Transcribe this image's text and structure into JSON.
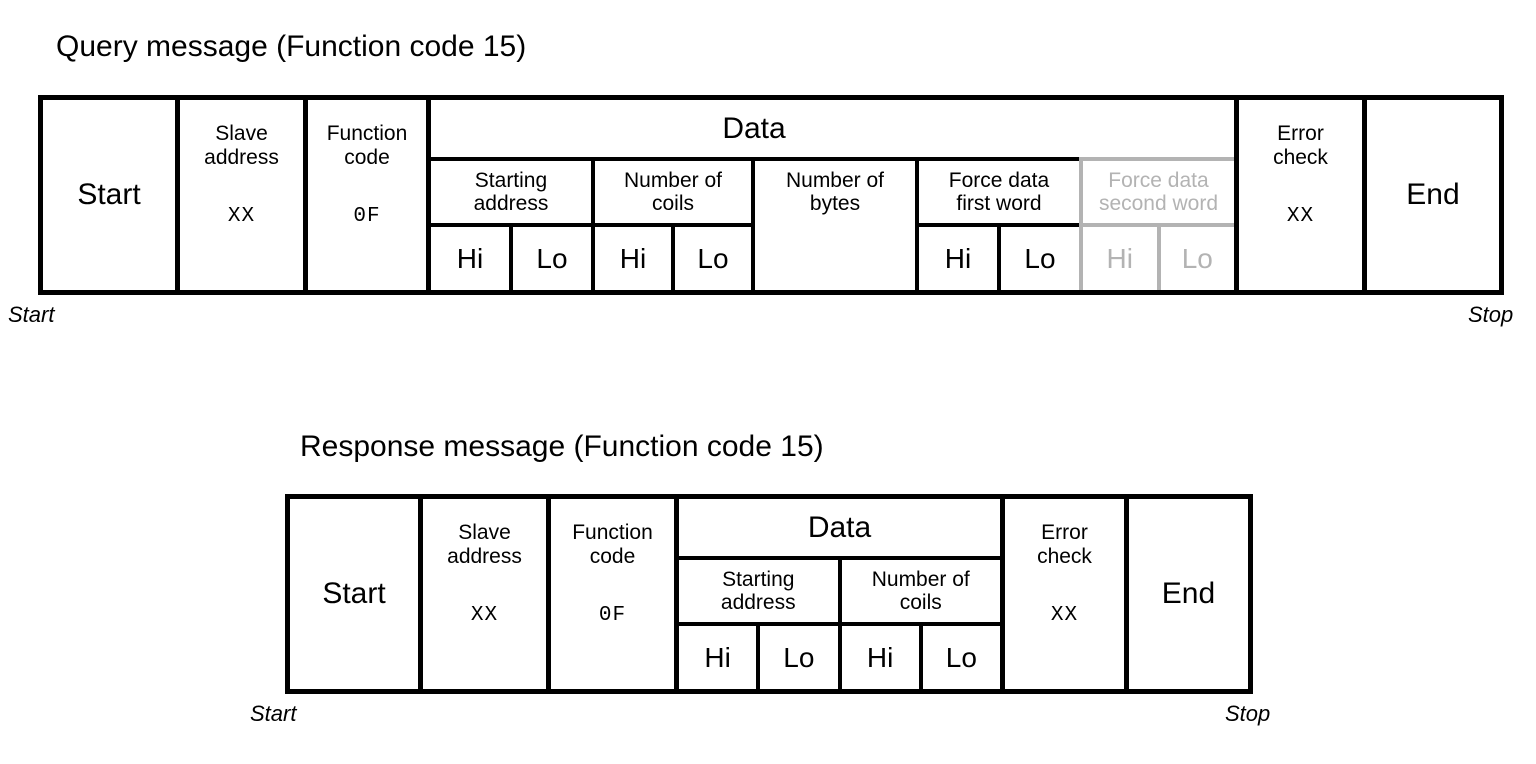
{
  "query": {
    "title": "Query message (Function code 15)",
    "start_caption": "Start",
    "stop_caption": "Stop",
    "start_label": "Start",
    "end_label": "End",
    "slave": {
      "label": "Slave\naddress",
      "line1": "Slave",
      "line2": "address",
      "value": "XX"
    },
    "function": {
      "line1": "Function",
      "line2": "code",
      "value": "0F"
    },
    "data": {
      "header": "Data",
      "fields": [
        {
          "line1": "Starting",
          "line2": "address",
          "sub": [
            "Hi",
            "Lo"
          ],
          "ghost": false
        },
        {
          "line1": "Number of",
          "line2": "coils",
          "sub": [
            "Hi",
            "Lo"
          ],
          "ghost": false
        },
        {
          "line1": "Number of",
          "line2": "bytes",
          "sub": [],
          "ghost": false
        },
        {
          "line1": "Force data",
          "line2": "first word",
          "sub": [
            "Hi",
            "Lo"
          ],
          "ghost": false
        },
        {
          "line1": "Force data",
          "line2": "second word",
          "sub": [
            "Hi",
            "Lo"
          ],
          "ghost": true
        }
      ]
    },
    "error_check": {
      "line1": "Error",
      "line2": "check",
      "value": "XX"
    }
  },
  "response": {
    "title": "Response message (Function code 15)",
    "start_caption": "Start",
    "stop_caption": "Stop",
    "start_label": "Start",
    "end_label": "End",
    "slave": {
      "line1": "Slave",
      "line2": "address",
      "value": "XX"
    },
    "function": {
      "line1": "Function",
      "line2": "code",
      "value": "0F"
    },
    "data": {
      "header": "Data",
      "fields": [
        {
          "line1": "Starting",
          "line2": "address",
          "sub": [
            "Hi",
            "Lo"
          ],
          "ghost": false
        },
        {
          "line1": "Number of",
          "line2": "coils",
          "sub": [
            "Hi",
            "Lo"
          ],
          "ghost": false
        }
      ]
    },
    "error_check": {
      "line1": "Error",
      "line2": "check",
      "value": "XX"
    }
  },
  "colors": {
    "ink": "#000000",
    "ghost": "#b3b3b3",
    "background": "#ffffff"
  }
}
